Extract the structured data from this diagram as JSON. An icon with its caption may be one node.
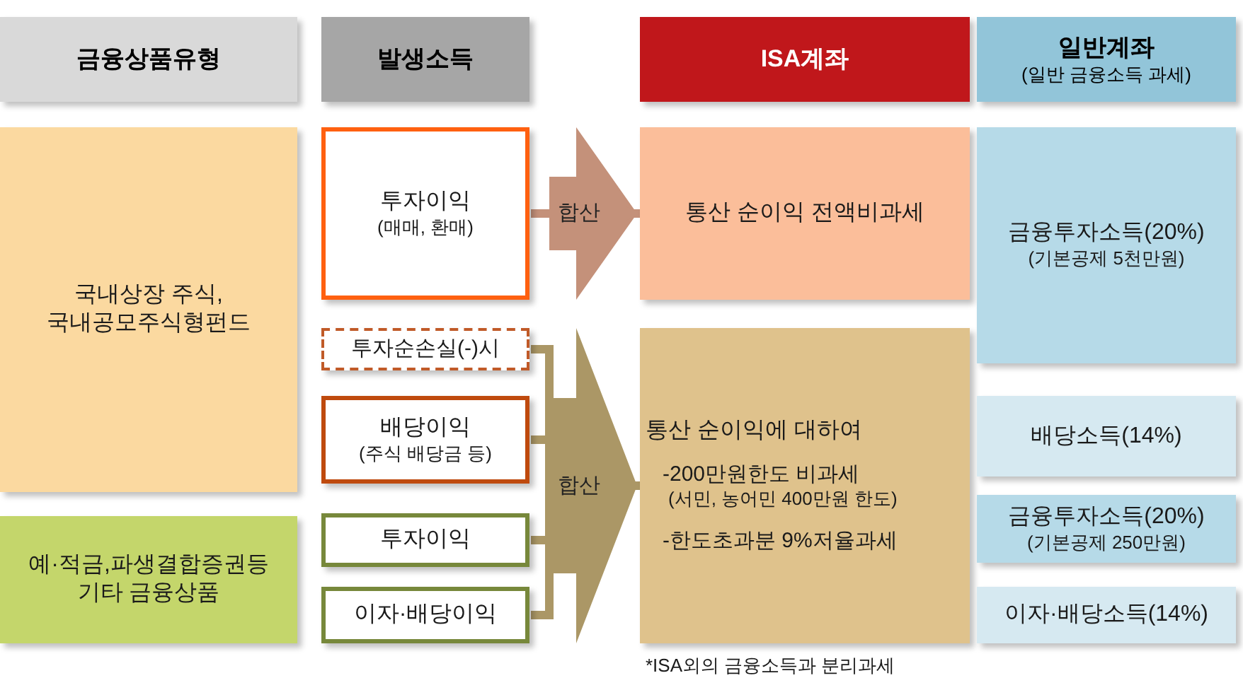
{
  "diagram": {
    "nodes": [
      {
        "text": [
          "금융상품유형"
        ]
      },
      {
        "text": [
          "발생소득"
        ]
      },
      {
        "text": [
          "ISA계좌"
        ]
      },
      {
        "text": [
          "일반계좌",
          "(일반 금융소득 과세)"
        ]
      },
      {
        "text": [
          "국내상장 주식, 국내공모주식형펀드"
        ]
      },
      {
        "text": [
          "예·적금,파생결합증권등 기타 금융상품"
        ]
      },
      {
        "text": [
          "투자이익",
          "(매매, 환매)"
        ]
      },
      {
        "text": [
          "투자순손실(-)시"
        ]
      },
      {
        "text": [
          "배당이익",
          "(주식 배당금 등)"
        ]
      },
      {
        "text": [
          "투자이익"
        ]
      },
      {
        "text": [
          "이자·배당이익"
        ]
      },
      {
        "text": [
          "통산 순이익 전액비과세"
        ]
      },
      {
        "text": [
          "통산 순이익에 대하여",
          "-200만원한도 비과세",
          "(서민, 농어민 400만원 한도)",
          "-한도초과분 9%저율과세"
        ],
        "beside": [
          "*ISA외의 금융소득과 분리과세"
        ]
      },
      {
        "text": [
          "금융투자소득(20%)",
          "(기본공제 5천만원)"
        ]
      },
      {
        "text": [
          "배당소득(14%)"
        ]
      },
      {
        "text": [
          "금융투자소득(20%)",
          "(기본공제 250만원)"
        ]
      },
      {
        "text": [
          "이자·배당소득(14%)"
        ]
      }
    ],
    "edges": [
      {
        "from": 6,
        "to": 11,
        "arrow": "to",
        "label": "합산",
        "color": "#c4917a"
      },
      {
        "from": 7,
        "to": 12,
        "arrow": "to",
        "label": "합산"
      },
      {
        "from": 8,
        "to": 12,
        "arrow": "to"
      },
      {
        "from": 9,
        "to": 12,
        "arrow": "to"
      },
      {
        "from": 10,
        "to": 12,
        "arrow": "to"
      }
    ]
  }
}
